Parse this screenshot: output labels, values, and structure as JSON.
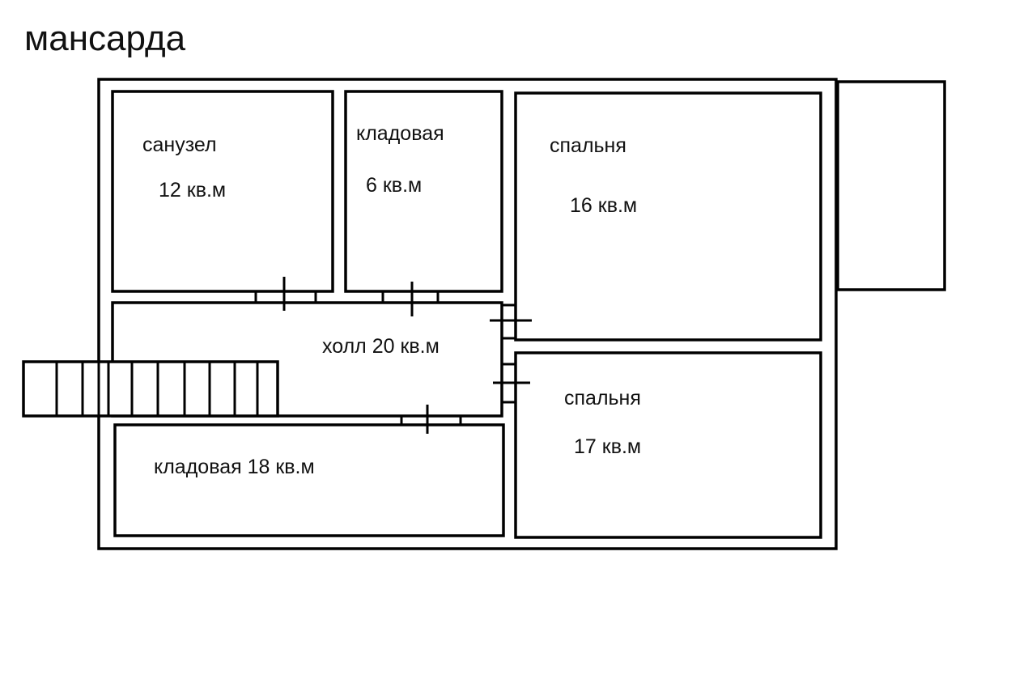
{
  "title": "мансарда",
  "rooms": {
    "bathroom": {
      "name": "санузел",
      "area": "12 кв.м"
    },
    "storage_small": {
      "name": "кладовая",
      "area": "6 кв.м"
    },
    "bedroom_1": {
      "name": "спальня",
      "area": "16 кв.м"
    },
    "hall": {
      "label": "холл 20 кв.м"
    },
    "bedroom_2": {
      "name": "спальня",
      "area": "17 кв.м"
    },
    "storage_large": {
      "label": "кладовая 18 кв.м"
    }
  }
}
